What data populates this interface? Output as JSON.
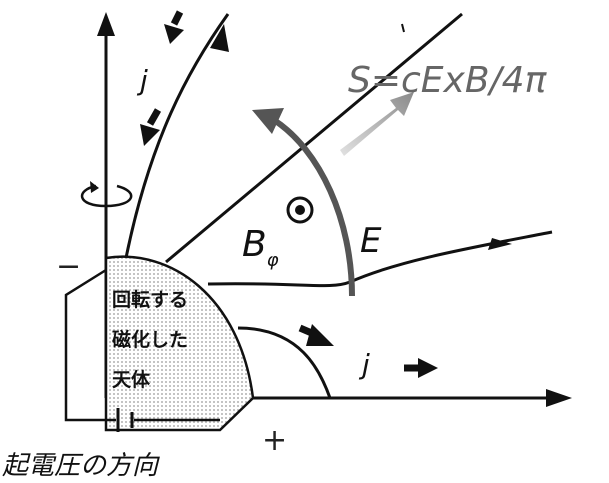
{
  "labels": {
    "poynting": "S=cExB/4π",
    "current_top": "j",
    "current_bottom": "j",
    "b_main": "B",
    "b_sub": "φ",
    "e_field": "E",
    "body_line1": "回転する",
    "body_line2": "磁化した",
    "body_line3": "天体",
    "minus": "−",
    "plus": "+",
    "emf_direction": "起電圧の方向"
  },
  "colors": {
    "ink": "#111111",
    "arc": "#555555",
    "poynting_text": "#666666",
    "body_dots": "#9a9a9a"
  }
}
